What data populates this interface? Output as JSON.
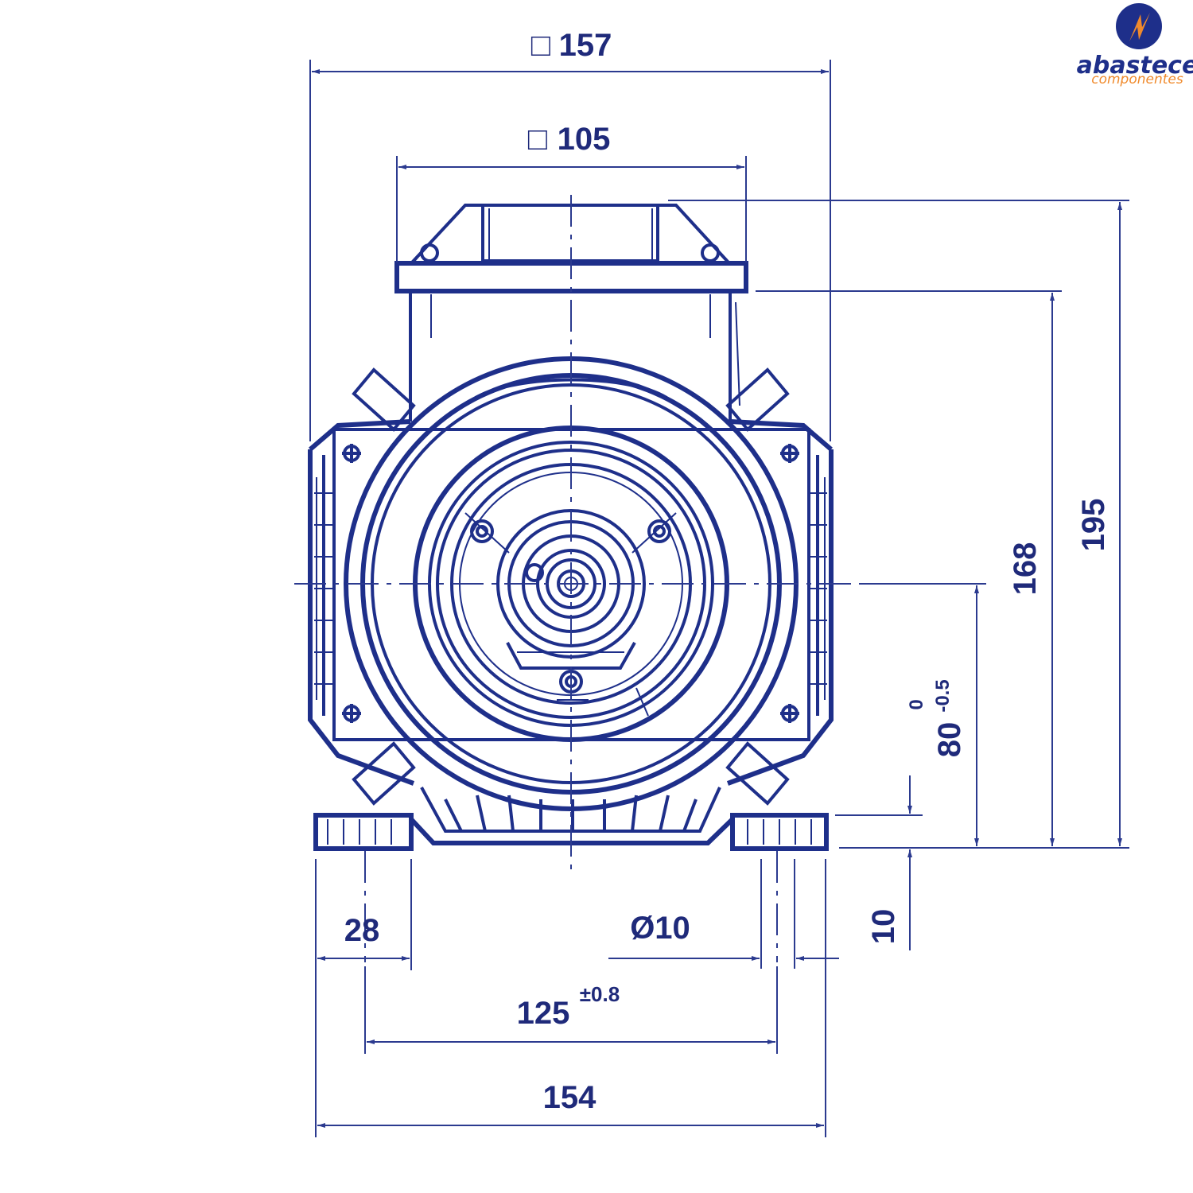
{
  "colors": {
    "line": "#1e2f8a",
    "logo_circle": "#1e2f8a",
    "logo_accent": "#f08a2c"
  },
  "logo": {
    "name": "abastece",
    "subtitle": "componentes",
    "icon": "lightning-bolt-icon"
  },
  "dimensions": {
    "top_overall_symbol": "□",
    "top_overall": "157",
    "terminal_box_symbol": "□",
    "terminal_box": "105",
    "height_total": "195",
    "height_box_base": "168",
    "shaft_height": "80",
    "shaft_height_tol_upper": "0",
    "shaft_height_tol_lower": "-0.5",
    "foot_thickness": "10",
    "foot_width": "28",
    "hole_diameter": "Ø10",
    "foot_hole_spacing": "125",
    "foot_hole_spacing_tol": "±0.8",
    "base_width": "154"
  }
}
